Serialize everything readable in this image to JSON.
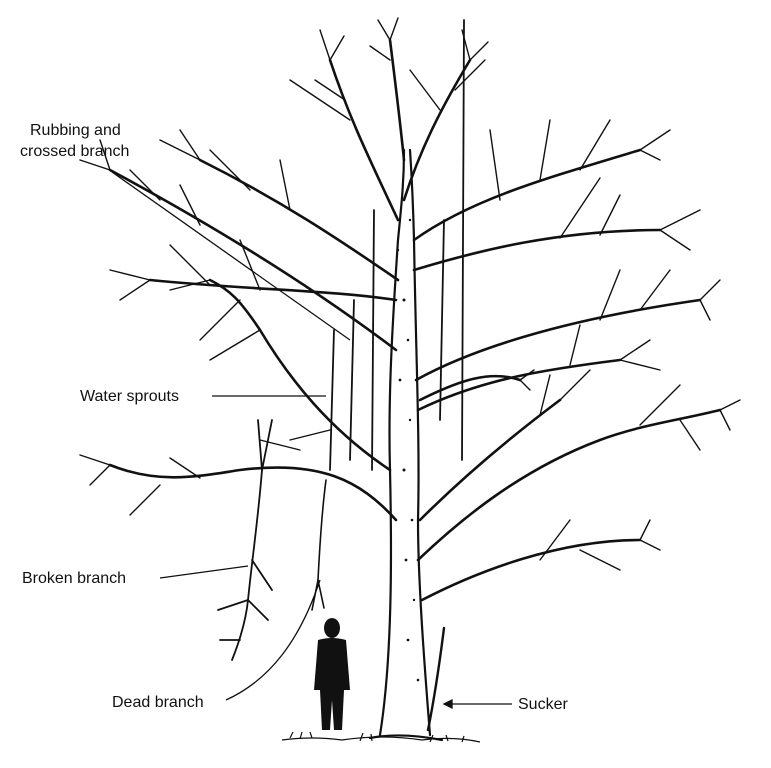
{
  "diagram": {
    "labels": {
      "rubbing_line1": "Rubbing and",
      "rubbing_line2": "crossed branch",
      "water_sprouts": "Water sprouts",
      "broken_branch": "Broken branch",
      "dead_branch": "Dead branch",
      "sucker": "Sucker"
    },
    "ink_color": "#111111",
    "background_color": "#ffffff"
  }
}
